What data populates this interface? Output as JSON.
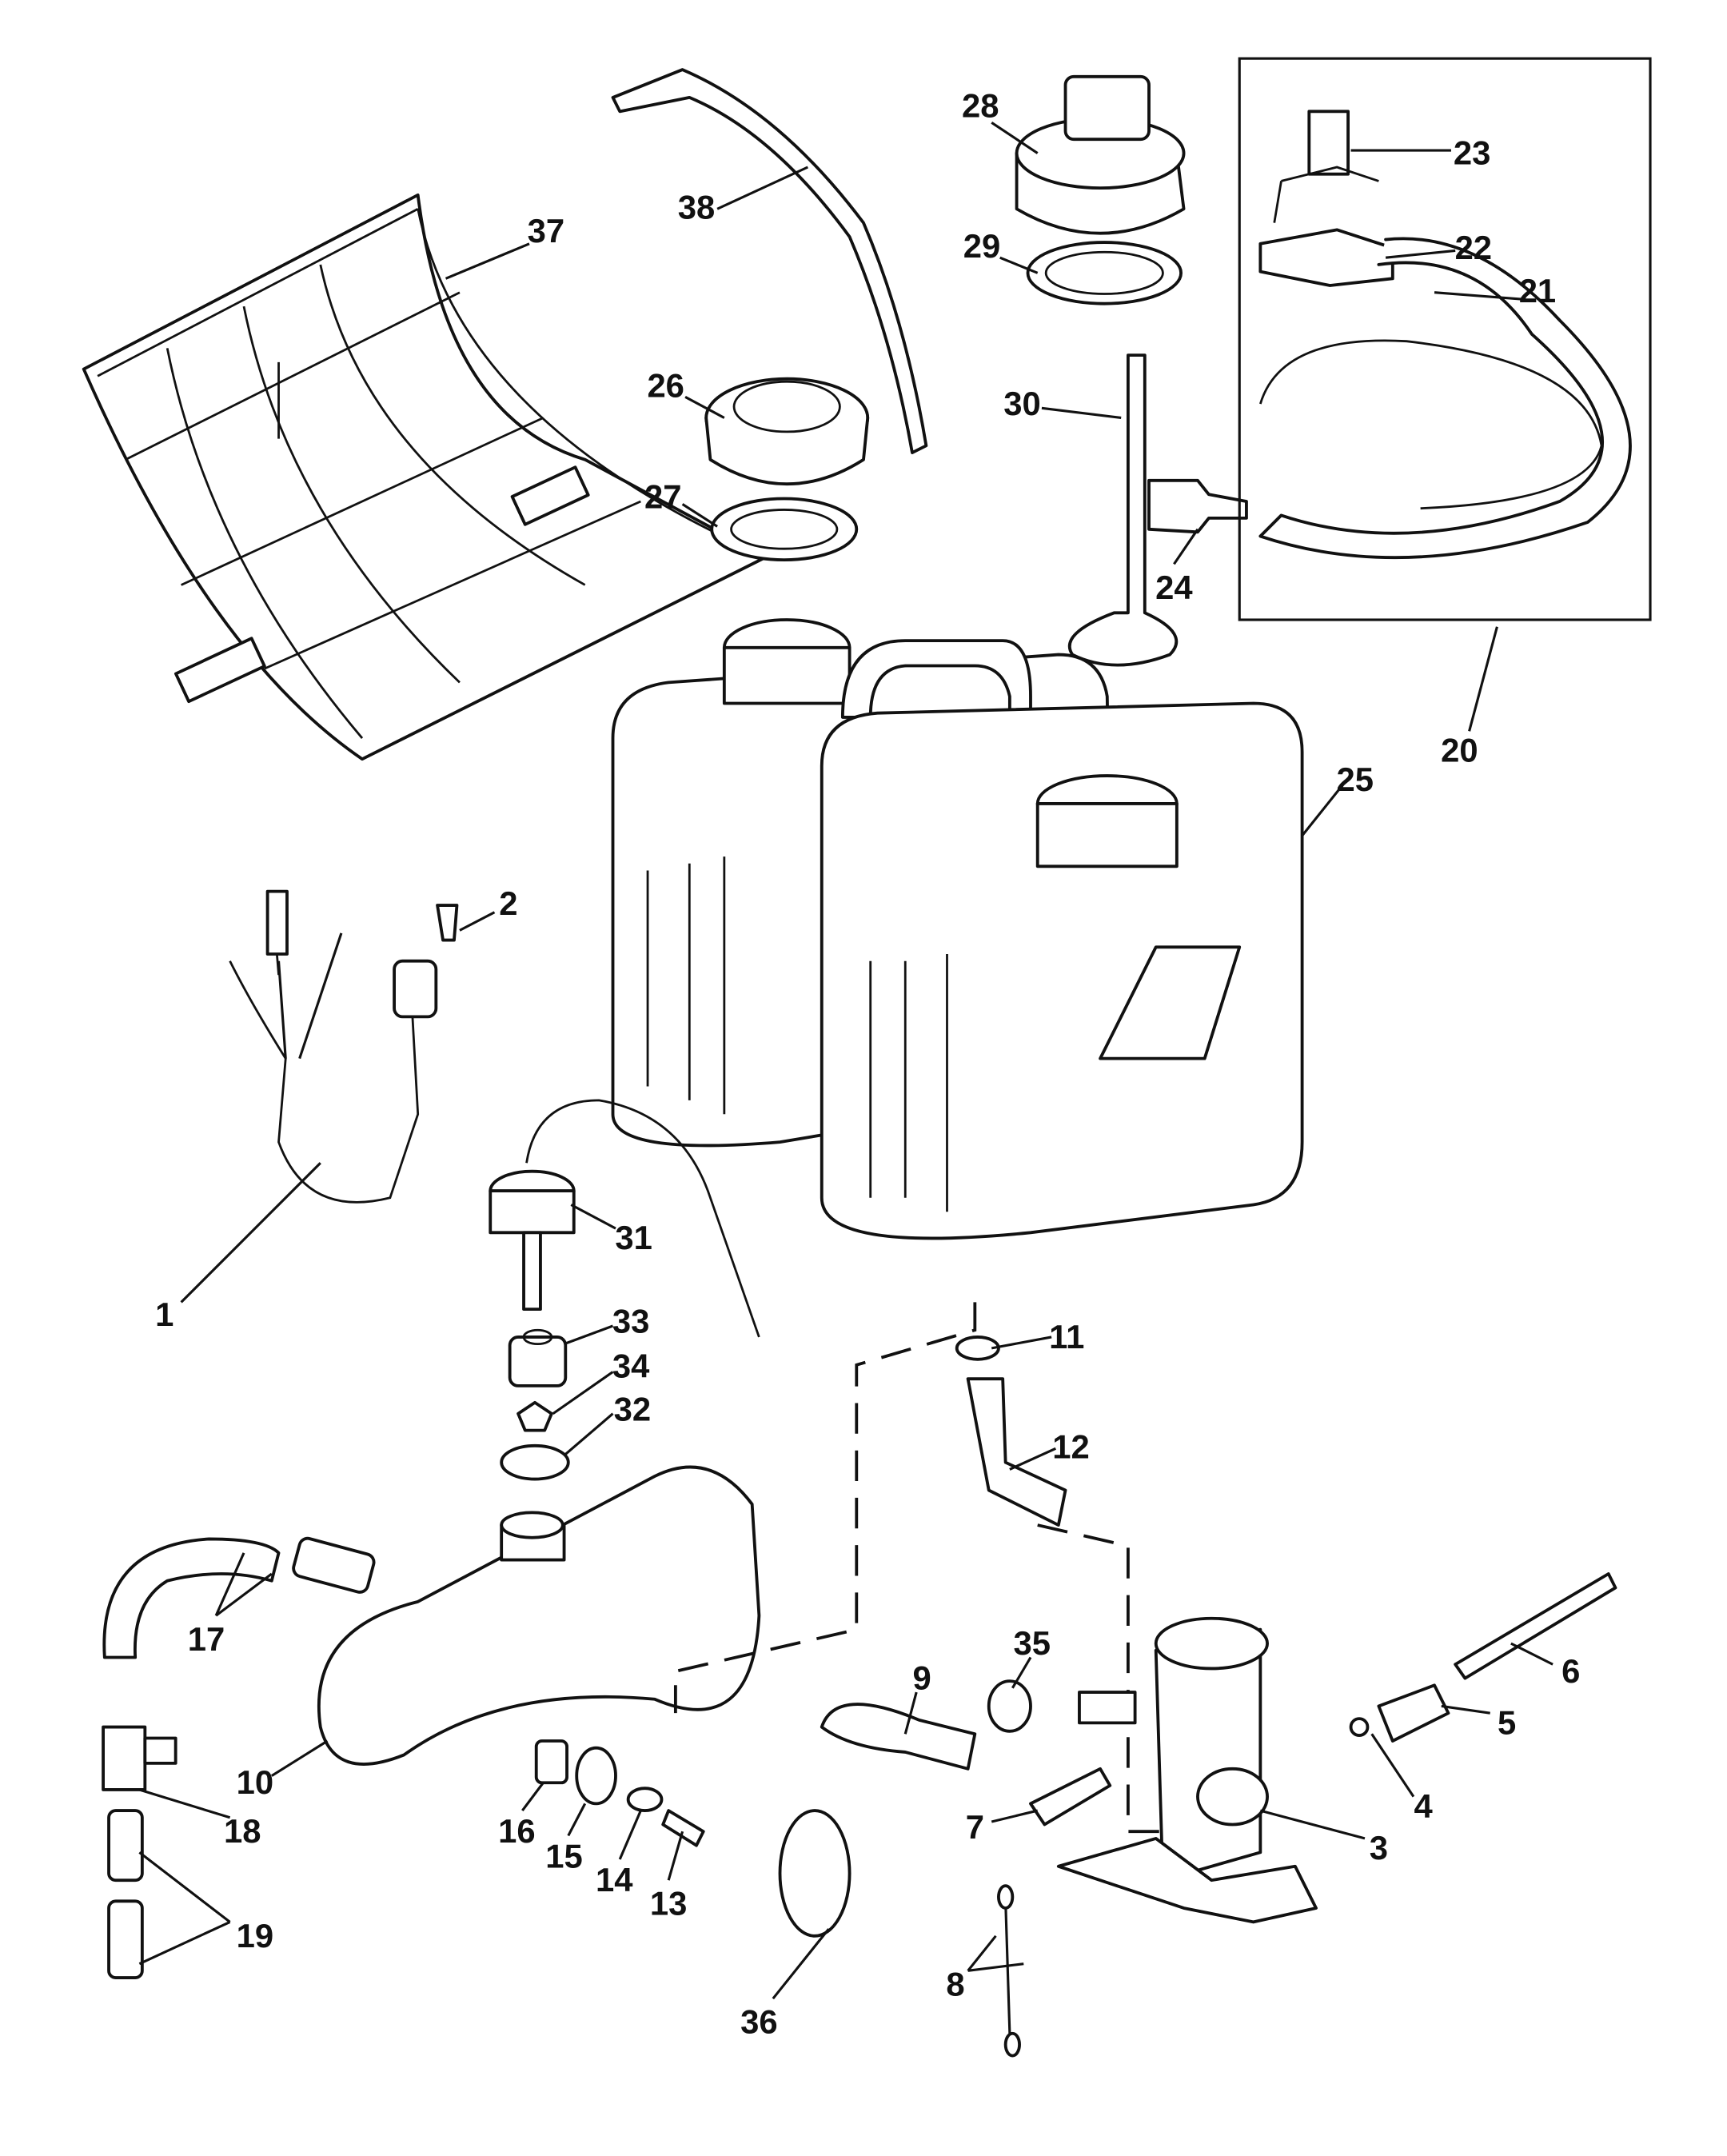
{
  "callouts": [
    "1",
    "2",
    "3",
    "4",
    "5",
    "6",
    "7",
    "8",
    "9",
    "10",
    "11",
    "12",
    "13",
    "14",
    "15",
    "16",
    "17",
    "18",
    "19",
    "20",
    "21",
    "22",
    "23",
    "24",
    "25",
    "26",
    "27",
    "28",
    "29",
    "30",
    "31",
    "32",
    "33",
    "34",
    "35",
    "36",
    "37",
    "38"
  ]
}
